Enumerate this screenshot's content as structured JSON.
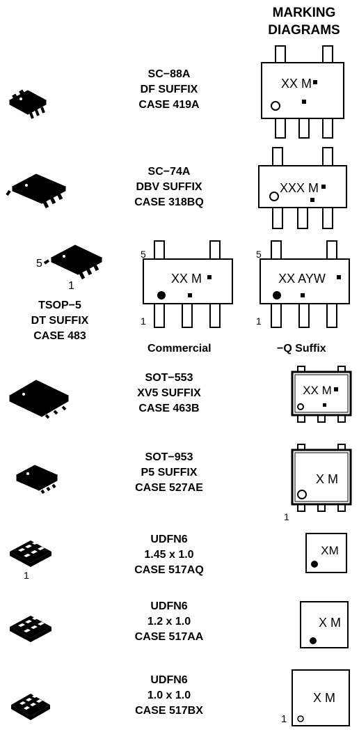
{
  "header": {
    "line1": "MARKING",
    "line2": "DIAGRAMS"
  },
  "packages": [
    {
      "line1": "SC−88A",
      "line2": "DF SUFFIX",
      "line3": "CASE 419A",
      "marking": "XX M"
    },
    {
      "line1": "SC−74A",
      "line2": "DBV SUFFIX",
      "line3": "CASE 318BQ",
      "marking": "XXX M"
    },
    {
      "line1": "TSOP−5",
      "line2": "DT SUFFIX",
      "line3": "CASE 483",
      "marking_commercial": "XX M",
      "marking_q": "XX AYW",
      "label_commercial": "Commercial",
      "label_q": "−Q Suffix",
      "pin5": "5",
      "pin1": "1"
    },
    {
      "line1": "SOT−553",
      "line2": "XV5 SUFFIX",
      "line3": "CASE 463B",
      "marking": "XX M"
    },
    {
      "line1": "SOT−953",
      "line2": "P5 SUFFIX",
      "line3": "CASE 527AE",
      "marking": "X M",
      "pin1": "1"
    },
    {
      "line1": "UDFN6",
      "line2": "1.45 x 1.0",
      "line3": "CASE 517AQ",
      "marking": "XM",
      "pin1": "1"
    },
    {
      "line1": "UDFN6",
      "line2": "1.2 x 1.0",
      "line3": "CASE 517AA",
      "marking": "X M"
    },
    {
      "line1": "UDFN6",
      "line2": "1.0 x 1.0",
      "line3": "CASE 517BX",
      "marking": "X M",
      "pin1": "1"
    }
  ]
}
